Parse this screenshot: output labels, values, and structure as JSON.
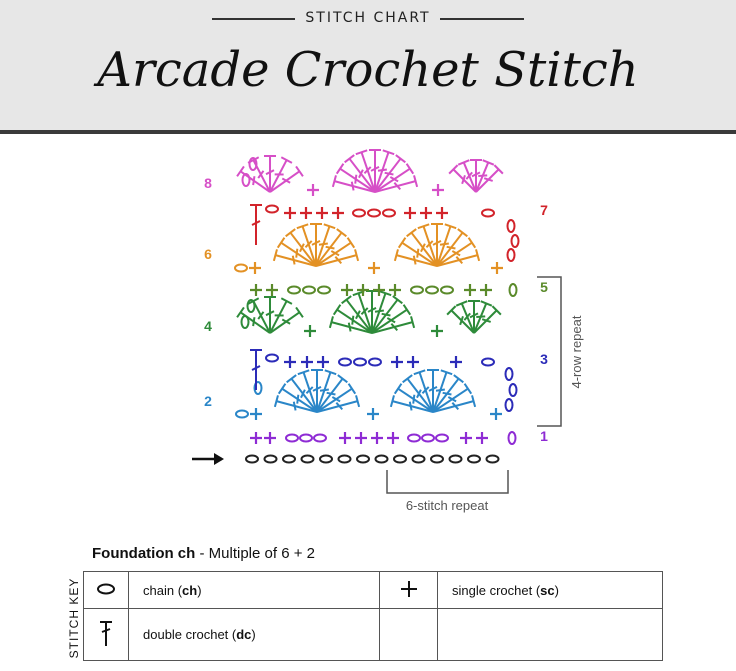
{
  "header": {
    "kicker": "STITCH CHART",
    "title": "Arcade Crochet Stitch"
  },
  "rows": {
    "left": [
      "8",
      "6",
      "4",
      "2"
    ],
    "right": [
      "7",
      "5",
      "3",
      "1"
    ],
    "colors": {
      "1": "#8e2bd4",
      "2": "#2a86c8",
      "3": "#2b2bb8",
      "4": "#2e8b3a",
      "5": "#5a8a2a",
      "6": "#e39124",
      "7": "#d2232a",
      "8": "#d64fc7"
    }
  },
  "repeats": {
    "rows": "4-row repeat",
    "stitches": "6-stitch repeat"
  },
  "foundation": {
    "label": "Foundation ch",
    "text": " - Multiple of 6 + 2"
  },
  "key": {
    "title": "STITCH KEY",
    "chain_label": "chain (",
    "chain_abbr": "ch",
    "sc_label": "single crochet (",
    "sc_abbr": "sc",
    "dc_label": "double crochet (",
    "dc_abbr": "dc",
    "close": ")",
    "chain_icon": "oval-icon",
    "sc_icon": "plus-icon",
    "dc_icon": "double-crochet-icon"
  }
}
